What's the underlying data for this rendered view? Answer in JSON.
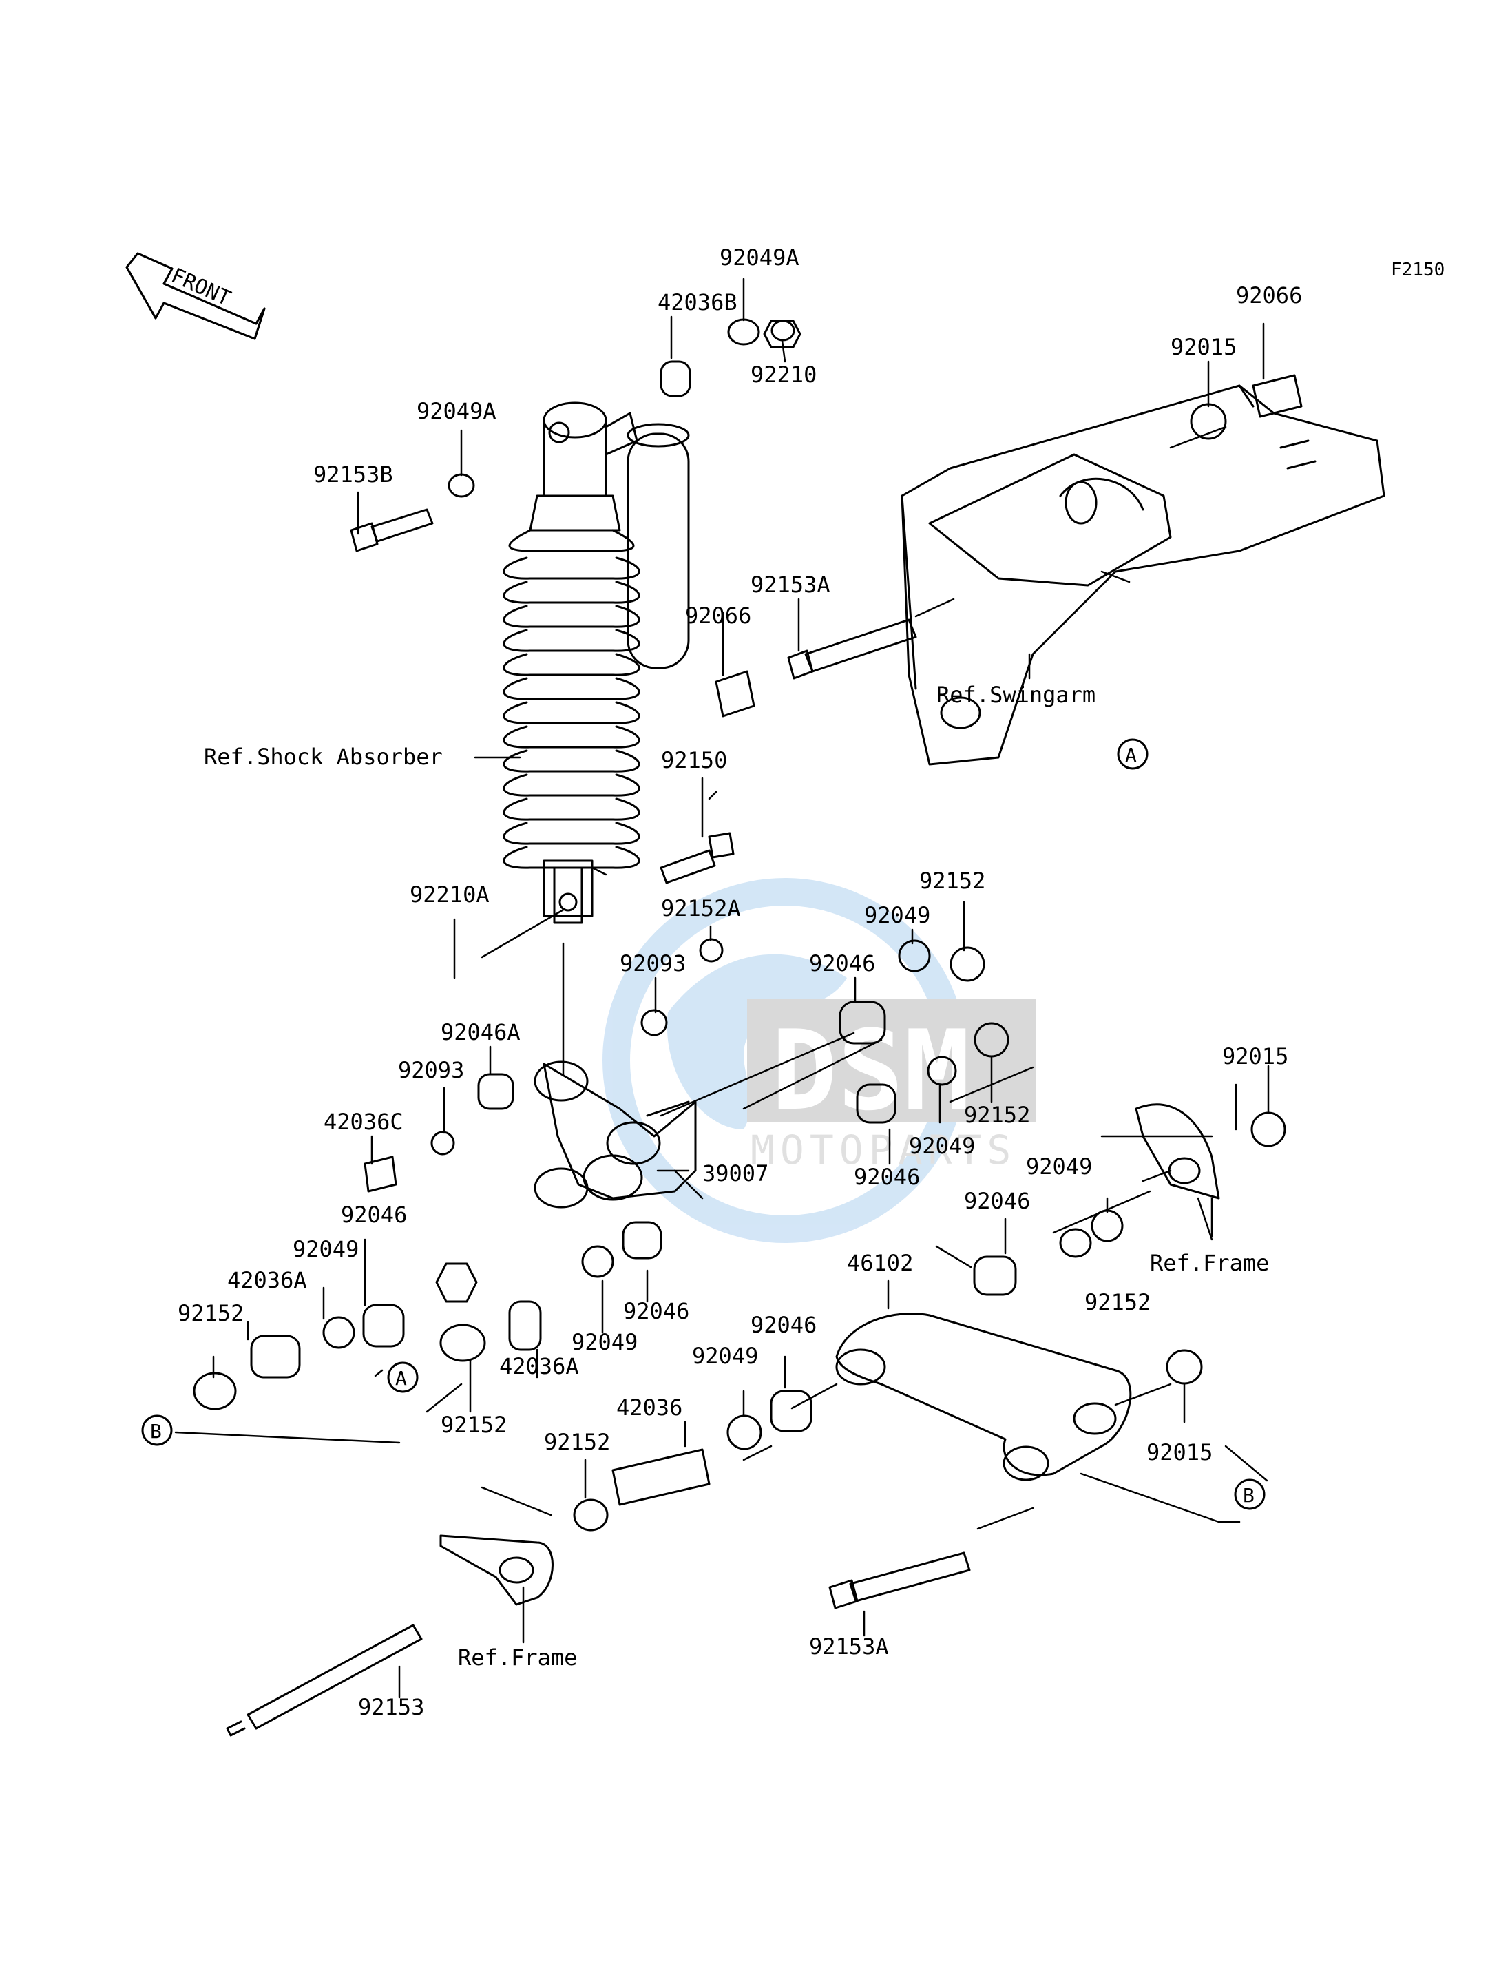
{
  "figure_code": "F2150",
  "front_label": "FRONT",
  "watermark": {
    "brand": "DSM",
    "tagline": "MOTOPARTS"
  },
  "refs": {
    "shock": "Ref.Shock Absorber",
    "swingarm": "Ref.Swingarm",
    "frame_right": "Ref.Frame",
    "frame_bottom": "Ref.Frame"
  },
  "callouts": {
    "a_upper": "A",
    "a_lower": "A",
    "b_left": "B",
    "b_right": "B"
  },
  "part_labels": [
    {
      "id": "p-92049a-top",
      "text": "92049A"
    },
    {
      "id": "p-42036b",
      "text": "42036B"
    },
    {
      "id": "p-92210",
      "text": "92210"
    },
    {
      "id": "p-92066-top",
      "text": "92066"
    },
    {
      "id": "p-92015-top",
      "text": "92015"
    },
    {
      "id": "p-92049a-left",
      "text": "92049A"
    },
    {
      "id": "p-92153b",
      "text": "92153B"
    },
    {
      "id": "p-92153a-top",
      "text": "92153A"
    },
    {
      "id": "p-92066-mid",
      "text": "92066"
    },
    {
      "id": "p-92150",
      "text": "92150"
    },
    {
      "id": "p-92210a",
      "text": "92210A"
    },
    {
      "id": "p-92152-top",
      "text": "92152"
    },
    {
      "id": "p-92152a",
      "text": "92152A"
    },
    {
      "id": "p-92049-top",
      "text": "92049"
    },
    {
      "id": "p-92093-top",
      "text": "92093"
    },
    {
      "id": "p-92046-top",
      "text": "92046"
    },
    {
      "id": "p-92046a",
      "text": "92046A"
    },
    {
      "id": "p-92093-left",
      "text": "92093"
    },
    {
      "id": "p-42036c",
      "text": "42036C"
    },
    {
      "id": "p-92152-mid",
      "text": "92152"
    },
    {
      "id": "p-92049-mid",
      "text": "92049"
    },
    {
      "id": "p-92015-right",
      "text": "92015"
    },
    {
      "id": "p-39007",
      "text": "39007"
    },
    {
      "id": "p-92046-mid",
      "text": "92046"
    },
    {
      "id": "p-92049-right",
      "text": "92049"
    },
    {
      "id": "p-92046-left",
      "text": "92046"
    },
    {
      "id": "p-92046-right",
      "text": "92046"
    },
    {
      "id": "p-92049-left",
      "text": "92049"
    },
    {
      "id": "p-46102",
      "text": "46102"
    },
    {
      "id": "p-42036a-left",
      "text": "42036A"
    },
    {
      "id": "p-92152-r2",
      "text": "92152"
    },
    {
      "id": "p-92152-left",
      "text": "92152"
    },
    {
      "id": "p-92046-c",
      "text": "92046"
    },
    {
      "id": "p-92049-c",
      "text": "92049"
    },
    {
      "id": "p-42036a-c",
      "text": "42036A"
    },
    {
      "id": "p-92046-link",
      "text": "92046"
    },
    {
      "id": "p-92049-link",
      "text": "92049"
    },
    {
      "id": "p-92152-low",
      "text": "92152"
    },
    {
      "id": "p-42036",
      "text": "42036"
    },
    {
      "id": "p-92152-bot",
      "text": "92152"
    },
    {
      "id": "p-92015-low",
      "text": "92015"
    },
    {
      "id": "p-92153a-bot",
      "text": "92153A"
    },
    {
      "id": "p-92153",
      "text": "92153"
    }
  ]
}
